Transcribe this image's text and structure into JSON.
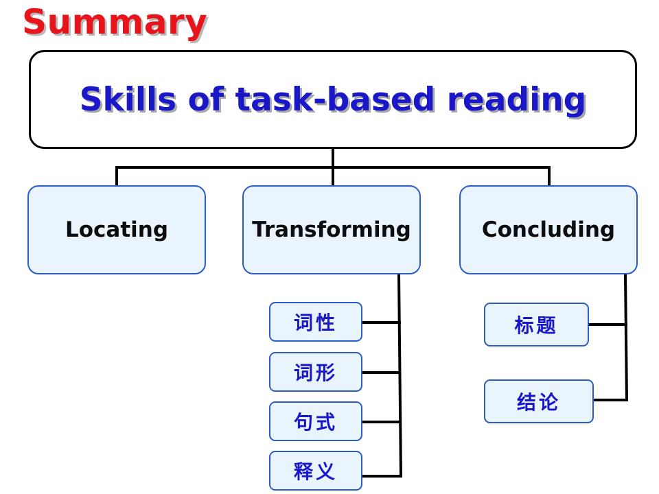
{
  "slide": {
    "title": "Summary",
    "root": "Skills of task-based reading",
    "skills": [
      "Locating",
      "Transforming",
      "Concluding"
    ],
    "transforming_items": [
      "词性",
      "词形",
      "句式",
      "释义"
    ],
    "concluding_items": [
      "标题",
      "结论"
    ],
    "colors": {
      "title": "#e8141b",
      "root_text": "#1a17c8",
      "box_border": "#2a5cc9",
      "box_fill": "#e9f4fd",
      "sub_text": "#1a17c8"
    }
  }
}
